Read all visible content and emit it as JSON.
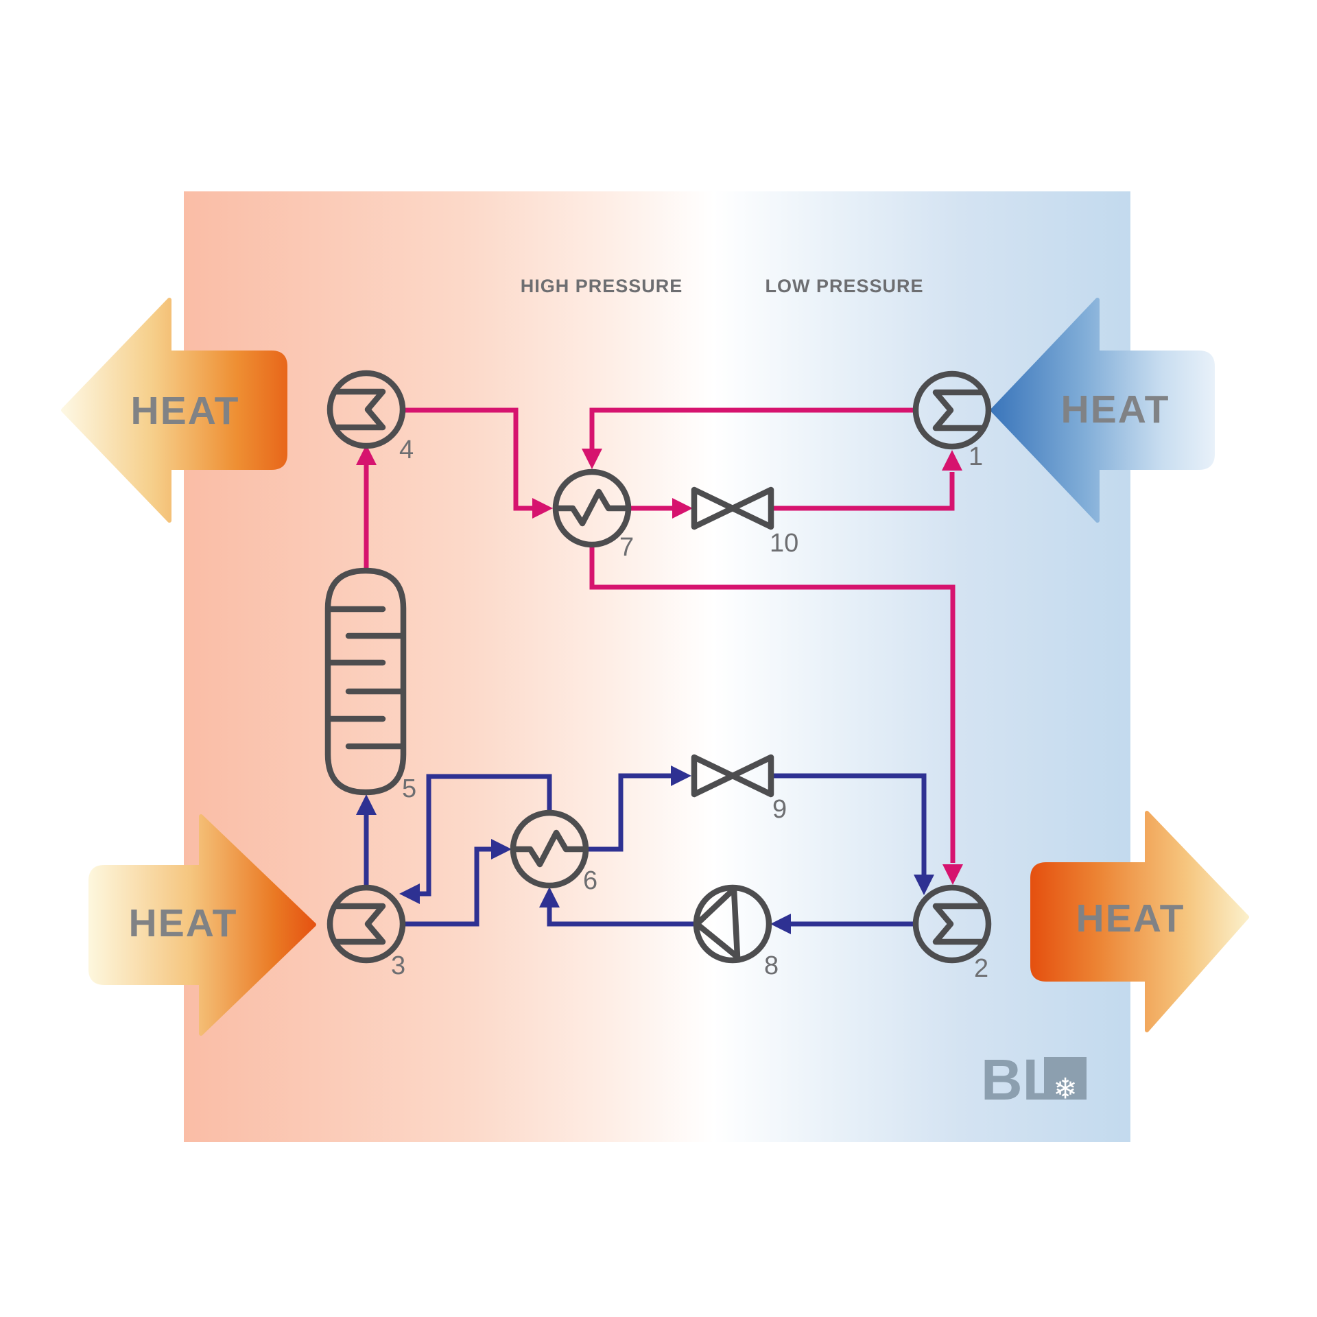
{
  "pressure_labels": {
    "high": "HIGH PRESSURE",
    "low": "LOW PRESSURE"
  },
  "heat_arrows": {
    "top_left": {
      "label": "HEAT",
      "direction": "left",
      "style": "orange-fading-out"
    },
    "top_right": {
      "label": "HEAT",
      "direction": "left",
      "style": "blue-fading-out"
    },
    "bottom_left": {
      "label": "HEAT",
      "direction": "right",
      "style": "orange-strong-tip"
    },
    "bottom_right": {
      "label": "HEAT",
      "direction": "right",
      "style": "orange-fading-tip"
    }
  },
  "components": {
    "c1": {
      "number": "1",
      "symbol": "flag-notch-left-circle"
    },
    "c2": {
      "number": "2",
      "symbol": "flag-notch-left-circle"
    },
    "c3": {
      "number": "3",
      "symbol": "flag-notch-right-circle"
    },
    "c4": {
      "number": "4",
      "symbol": "flag-notch-right-circle"
    },
    "c5": {
      "number": "5",
      "symbol": "tray-column"
    },
    "c6": {
      "number": "6",
      "symbol": "heat-exchanger-wave-circle"
    },
    "c7": {
      "number": "7",
      "symbol": "heat-exchanger-wave-circle"
    },
    "c8": {
      "number": "8",
      "symbol": "pump-circle-triangle"
    },
    "c9": {
      "number": "9",
      "symbol": "expansion-valve-bowtie"
    },
    "c10": {
      "number": "10",
      "symbol": "expansion-valve-bowtie"
    }
  },
  "logo": {
    "text": "BL",
    "snowflake": "❄"
  },
  "colors": {
    "high_pressure_line": "#d6136e",
    "low_pressure_line": "#2e3192",
    "component_stroke": "#4d4d4f",
    "label_gray": "#6d6e71",
    "heat_text_gray": "#808285",
    "logo_gray_blue": "#8c9faf",
    "panel_warm_left": "#fabda6",
    "panel_cool_right": "#c3daee",
    "arrow_orange_strong": "#e8651b",
    "arrow_pale_yellow": "#fdf6dc",
    "arrow_blue_strong": "#3b76bb",
    "arrow_blue_pale": "#e9f2fa"
  }
}
